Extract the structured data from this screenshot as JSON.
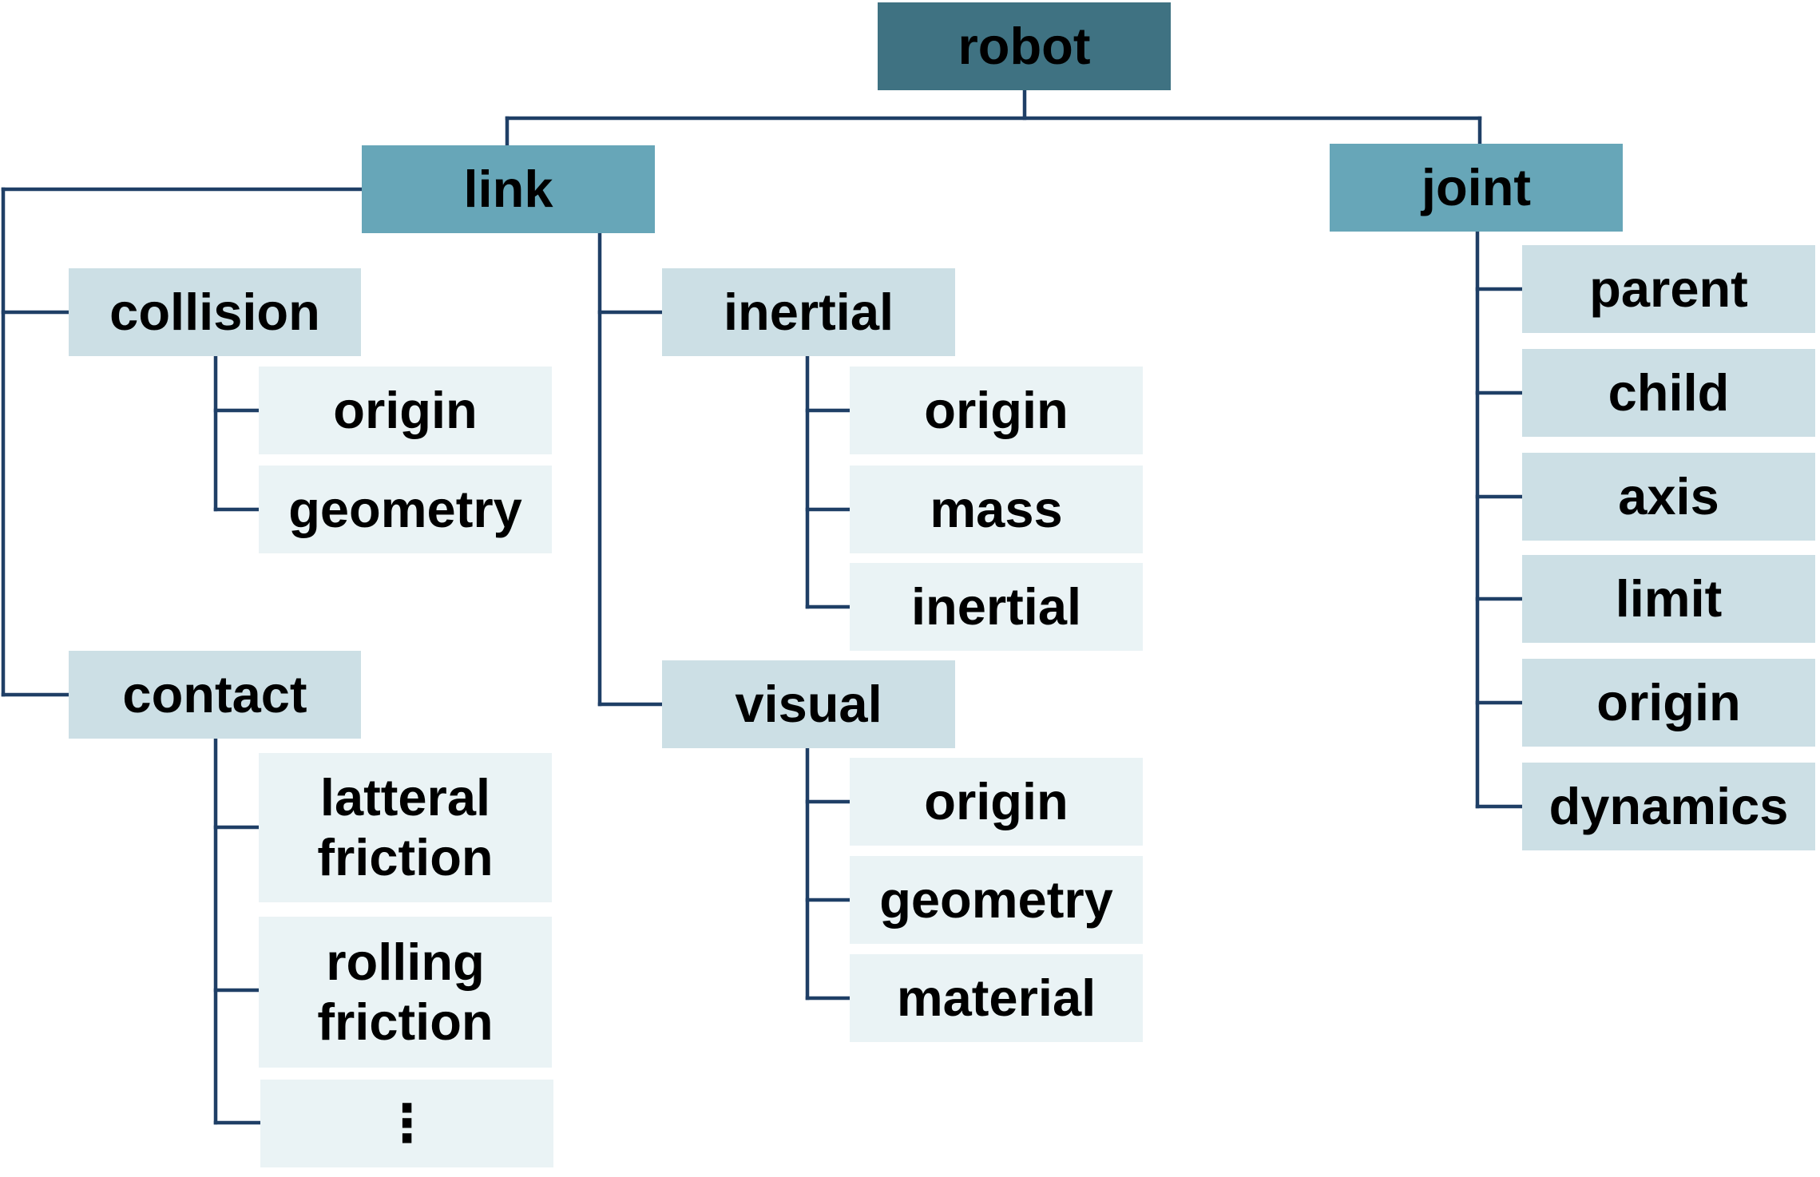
{
  "colors": {
    "connector": "#1f3f66",
    "level0_fill": "#3f7282",
    "level1_fill": "#67a6b8",
    "level2_fill": "#ccdfe5",
    "level3_fill": "#eaf3f5",
    "text": "#000000"
  },
  "tree": {
    "label": "robot",
    "children": [
      {
        "label": "link",
        "children": [
          {
            "label": "collision",
            "children": [
              {
                "label": "origin"
              },
              {
                "label": "geometry"
              }
            ]
          },
          {
            "label": "contact",
            "children": [
              {
                "label": "latteral\nfriction"
              },
              {
                "label": "rolling\nfriction"
              },
              {
                "label": "⋮"
              }
            ]
          },
          {
            "label": "inertial",
            "children": [
              {
                "label": "origin"
              },
              {
                "label": "mass"
              },
              {
                "label": "inertial"
              }
            ]
          },
          {
            "label": "visual",
            "children": [
              {
                "label": "origin"
              },
              {
                "label": "geometry"
              },
              {
                "label": "material"
              }
            ]
          }
        ]
      },
      {
        "label": "joint",
        "children": [
          {
            "label": "parent"
          },
          {
            "label": "child"
          },
          {
            "label": "axis"
          },
          {
            "label": "limit"
          },
          {
            "label": "origin"
          },
          {
            "label": "dynamics"
          }
        ]
      }
    ]
  }
}
